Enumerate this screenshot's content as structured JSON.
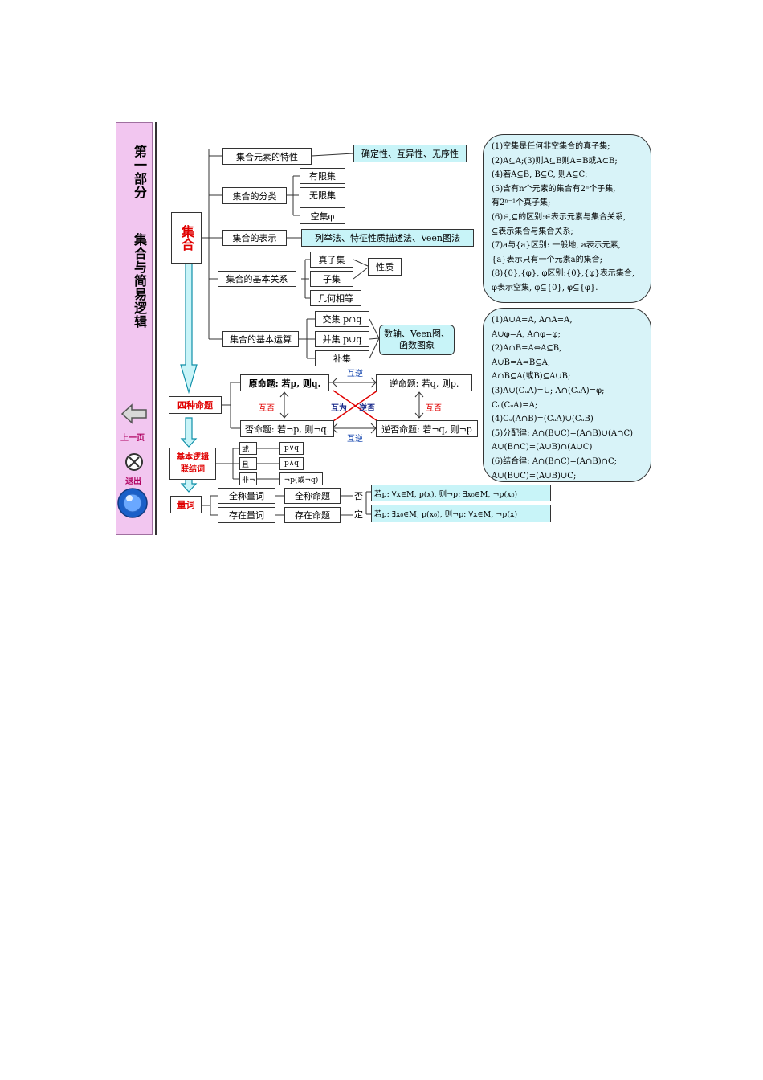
{
  "sidebar": {
    "part": "第一部分",
    "topic": "集合与简易逻辑",
    "prev": "上一页",
    "exit": "退出"
  },
  "set": {
    "root": "集合",
    "n1": "集合元素的特性",
    "n1_desc": "确定性、互异性、无序性",
    "n2": "集合的分类",
    "n2_a": "有限集",
    "n2_b": "无限集",
    "n2_c": "空集φ",
    "n3": "集合的表示",
    "n3_desc": "列举法、特征性质描述法、Veen图法",
    "n4": "集合的基本关系",
    "n4_a": "真子集",
    "n4_b": "子集",
    "n4_c": "几何相等",
    "n4_prop": "性质",
    "n5": "集合的基本运算",
    "n5_a": "交集 p∩q",
    "n5_b": "并集 p∪q",
    "n5_c": "补集",
    "n5_desc1": "数轴、Veen图、",
    "n5_desc2": "函数图象"
  },
  "props1": [
    "(1)空集是任何非空集合的真子集;",
    "(2)A⊆A;(3)则A⊆B则A=B或A⊂B;",
    "(4)若A⊆B, B⊆C, 则A⊆C;",
    "(5)含有n个元素的集合有2ⁿ个子集,",
    "有2ⁿ⁻¹个真子集;",
    "(6)∈,⊆的区别:∈表示元素与集合关系,",
    "⊆表示集合与集合关系;",
    "(7)a与{a}区别: 一般地, a表示元素,",
    "{a}表示只有一个元素a的集合;",
    "(8){0},{φ}, φ区别:{0},{φ}表示集合,",
    "φ表示空集, φ⊆{0}, φ⊆{φ}."
  ],
  "props2": [
    "(1)A∪A=A, A∩A=A,",
    "A∪φ=A, A∩φ=φ;",
    "(2)A∩B=A⇔A⊆B,",
    "A∪B=A⇔B⊆A,",
    "A∩B⊆A(或B)⊆A∪B;",
    "(3)A∪(CᵤA)=U; A∩(CᵤA)=φ;",
    "Cᵤ(CᵤA)=A;",
    "(4)Cᵤ(A∩B)=(CᵤA)∪(CᵤB)",
    "(5)分配律: A∩(B∪C)=(A∩B)∪(A∩C)",
    "A∪(B∩C)=(A∪B)∩(A∪C)",
    "(6)结合律: A∩(B∩C)=(A∩B)∩C;",
    "A∪(B∪C)=(A∪B)∪C;"
  ],
  "prop": {
    "root": "四种命题",
    "orig": "原命题: 若p, 则q.",
    "conv": "逆命题: 若q, 则p.",
    "inv": "否命题: 若¬p, 则¬q.",
    "contra": "逆否命题: 若¬q, 则¬p",
    "mutual_conv": "互逆",
    "mutual_neg": "互否",
    "mutual_cn_1": "互为",
    "mutual_cn_2": "逆否"
  },
  "logic": {
    "root_1": "基本逻辑",
    "root_2": "联结词",
    "or": "或",
    "and": "且",
    "not": "非¬",
    "or_f": "p∨q",
    "and_f": "p∧q",
    "not_f": "¬p(或¬q)"
  },
  "quant": {
    "root": "量词",
    "univ": "全称量词",
    "exist": "存在量词",
    "univ_prop": "全称命题",
    "exist_prop": "存在命题",
    "neg_1": "否",
    "neg_2": "定",
    "univ_neg": "若p: ∀x∈M, p(x), 则¬p: ∃x₀∈M, ¬p(x₀)",
    "exist_neg": "若p: ∃x₀∈M, p(x₀), 则¬p: ∀x∈M, ¬p(x)"
  }
}
